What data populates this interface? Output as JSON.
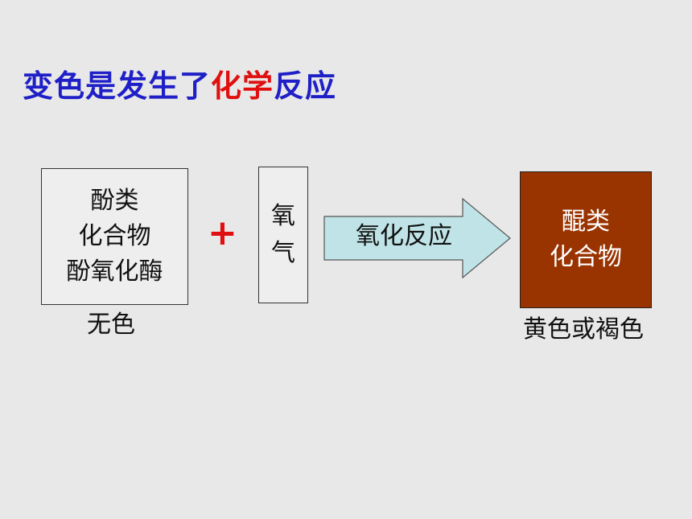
{
  "title": {
    "part1": "变色是发生了",
    "part2": "化学",
    "part3": "反应",
    "colors": {
      "normal": "#1f1fc8",
      "highlight": "#e01010"
    }
  },
  "reactant": {
    "lines": [
      "酚类",
      "化合物",
      "酚氧化酶"
    ],
    "caption": "无色"
  },
  "plus_sign": "+",
  "oxygen": {
    "lines": [
      "氧",
      "气"
    ]
  },
  "arrow": {
    "label": "氧化反应",
    "fill": "#bfe3e6"
  },
  "product": {
    "lines": [
      "醌类",
      "化合物"
    ],
    "caption": "黄色或褐色",
    "fill": "#993300"
  }
}
